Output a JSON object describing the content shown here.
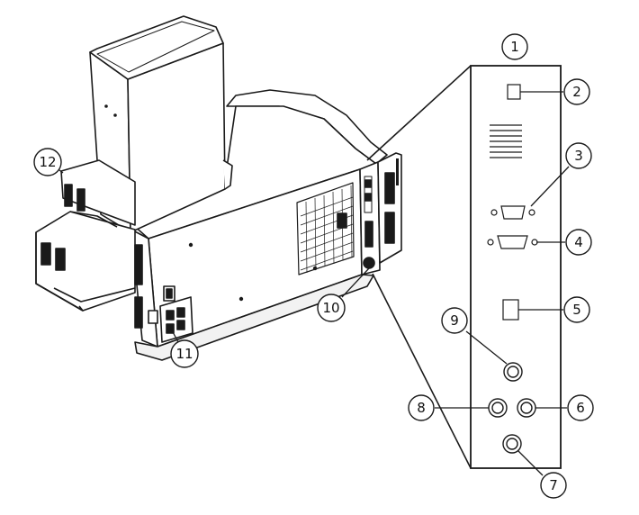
{
  "colors": {
    "ink": "#1a1a1a",
    "fill": "#ffffff",
    "shade": "#cfcfcf",
    "dark": "#1a1a1a"
  },
  "callouts": [
    "1",
    "2",
    "3",
    "4",
    "5",
    "6",
    "7",
    "8",
    "9",
    "10",
    "11",
    "12"
  ]
}
